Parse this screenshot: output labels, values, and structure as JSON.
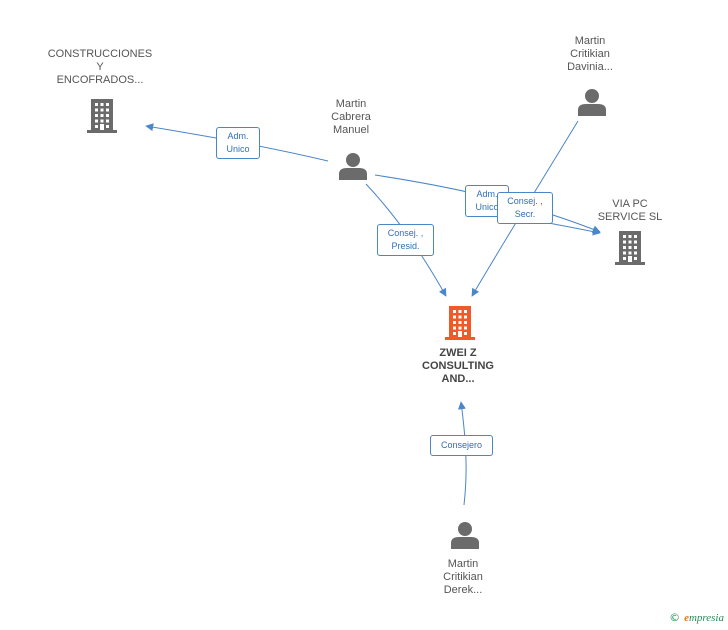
{
  "colors": {
    "edge": "#4a86c8",
    "company": "#6b6b6b",
    "focus_company": "#f05a28",
    "person": "#6b6b6b"
  },
  "nodes": {
    "construcciones": {
      "type": "company",
      "icon": "building-icon",
      "lines": [
        "CONSTRUCCIONES",
        "Y",
        "ENCOFRADOS..."
      ]
    },
    "martin_cabrera": {
      "type": "person",
      "icon": "person-icon",
      "lines": [
        "Martin",
        "Cabrera",
        "Manuel"
      ]
    },
    "martin_davinia": {
      "type": "person",
      "icon": "person-icon",
      "lines": [
        "Martin",
        "Critikian",
        "Davinia..."
      ]
    },
    "via_pc": {
      "type": "company",
      "icon": "building-icon",
      "lines": [
        "VIA PC",
        "SERVICE SL"
      ]
    },
    "zwei": {
      "type": "focus_company",
      "icon": "building-icon",
      "lines": [
        "ZWEI Z",
        "CONSULTING",
        "AND..."
      ]
    },
    "martin_derek": {
      "type": "person",
      "icon": "person-icon",
      "lines": [
        "Martin",
        "Critikian",
        "Derek..."
      ]
    }
  },
  "edges": [
    {
      "from": "martin_cabrera",
      "to": "construcciones",
      "label": [
        "Adm.",
        "Unico"
      ]
    },
    {
      "from": "martin_cabrera",
      "to": "via_pc",
      "label": [
        "Adm.",
        "Unico"
      ]
    },
    {
      "from": "martin_davinia",
      "to": "via_pc",
      "label": [
        "Consej. ,",
        "Secr."
      ]
    },
    {
      "from": "martin_cabrera",
      "to": "zwei",
      "label": [
        "Consej. ,",
        "Presid."
      ]
    },
    {
      "from": "martin_davinia",
      "to": "zwei",
      "label": []
    },
    {
      "from": "martin_derek",
      "to": "zwei",
      "label": [
        "Consejero"
      ]
    }
  ],
  "footer": {
    "copyright": "©",
    "brand_first": "e",
    "brand_rest": "mpresia"
  }
}
